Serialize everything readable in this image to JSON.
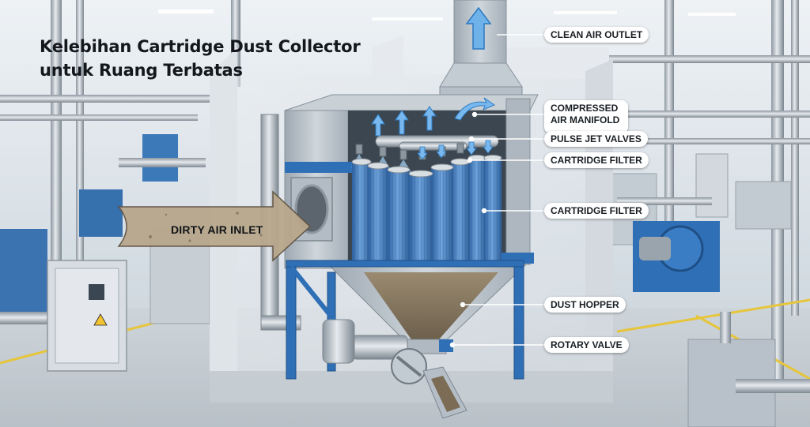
{
  "title": {
    "line1": "Kelebihan Cartridge Dust Collector",
    "line2": "untuk Ruang Terbatas"
  },
  "callouts": {
    "clean_air_outlet": "CLEAN AIR OUTLET",
    "compressed_air_manifold": "COMPRESSED AIR MANIFOLD",
    "pulse_jet_valves": "PULSE JET VALVES",
    "cartridge_filter_top": "CARTRIDGE FILTER",
    "cartridge_filter_mid": "CARTRIDGE FILTER",
    "dust_hopper": "DUST HOPPER",
    "rotary_valve": "ROTARY VALVE",
    "dirty_air_inlet": "DIRTY AIR INLET"
  },
  "colors": {
    "filter_blue": "#4a86c8",
    "frame_blue": "#2f6fb6",
    "steel": "#b9c3cc",
    "airflow_arrow": "#6fb2ea",
    "dust": "#8a7a62",
    "inlet_arrow": "#b7a58a"
  },
  "icons": {
    "clean_air_arrow": "up-arrow-icon",
    "inlet_arrow": "right-arrow-icon",
    "warning_sign": "warning-triangle-icon"
  }
}
